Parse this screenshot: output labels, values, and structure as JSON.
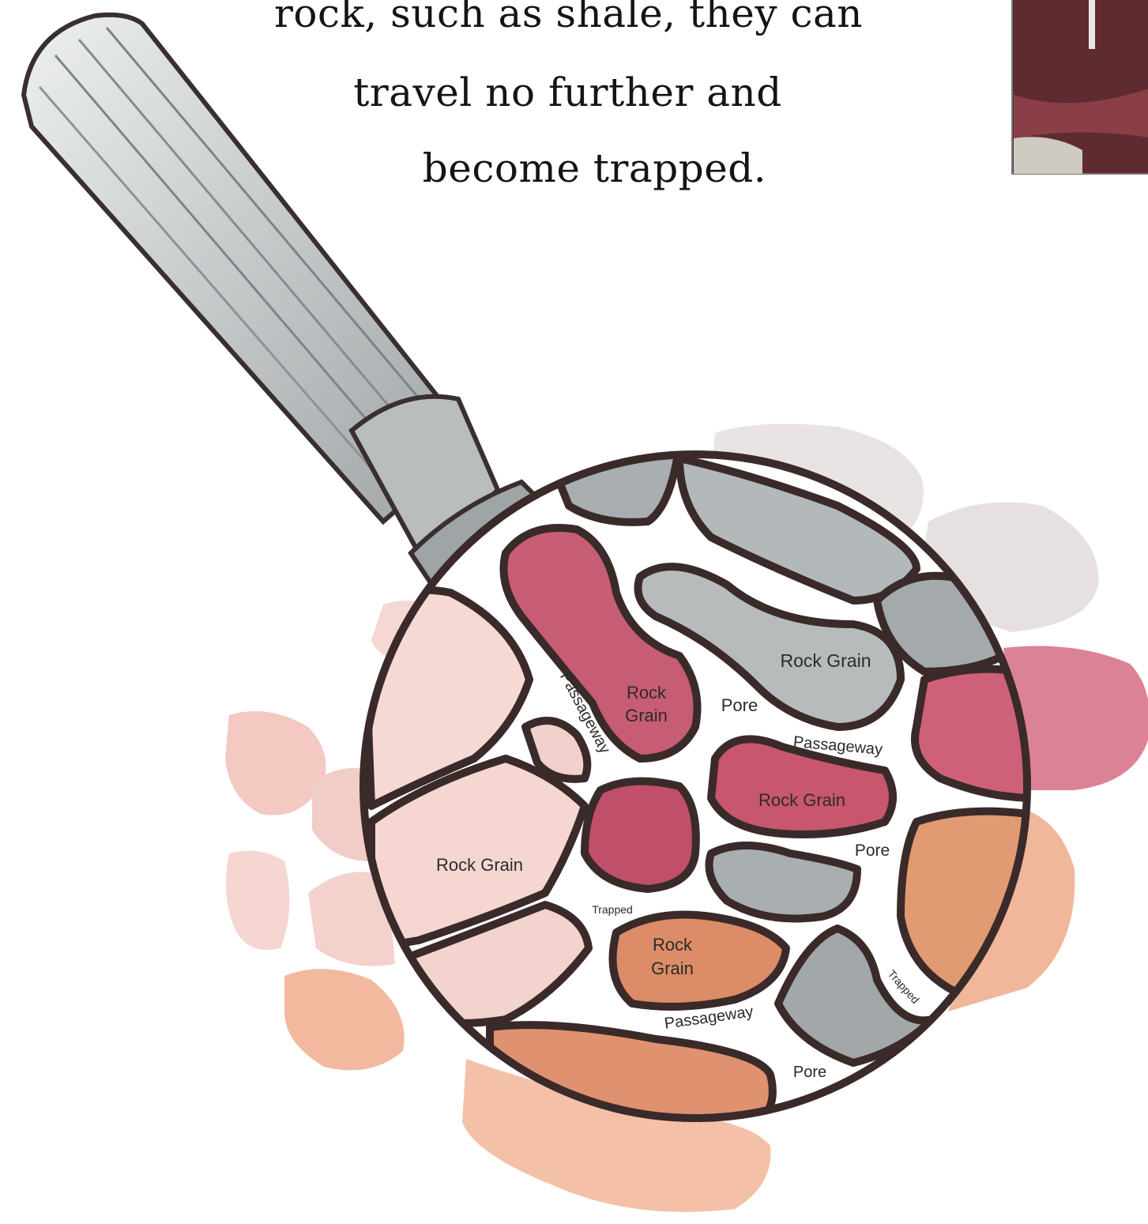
{
  "caption": {
    "line1": "rock, such as shale, they can",
    "line2": "travel no further and",
    "line3": "become trapped."
  },
  "labels": {
    "rock_grain_top_left": "Rock\nGrain",
    "rock_grain_top_right": "Rock Grain",
    "rock_grain_center": "Rock Grain",
    "rock_grain_left": "Rock Grain",
    "rock_grain_bottom": "Rock\nGrain",
    "pore_top": "Pore",
    "pore_right": "Pore",
    "pore_bottom": "Pore",
    "passageway_diag": "Passageway",
    "passageway_center": "Passageway",
    "passageway_bottom": "Passageway",
    "trapped_left": "Trapped",
    "trapped_right": "Trapped"
  },
  "colors": {
    "outline": "#3a2a2a",
    "grain_red": "#c85a72",
    "grain_pink": "#f1ccc8",
    "grain_peach": "#e0956c",
    "grain_gray": "#a9aeb0",
    "handle": "#c9cccd"
  }
}
